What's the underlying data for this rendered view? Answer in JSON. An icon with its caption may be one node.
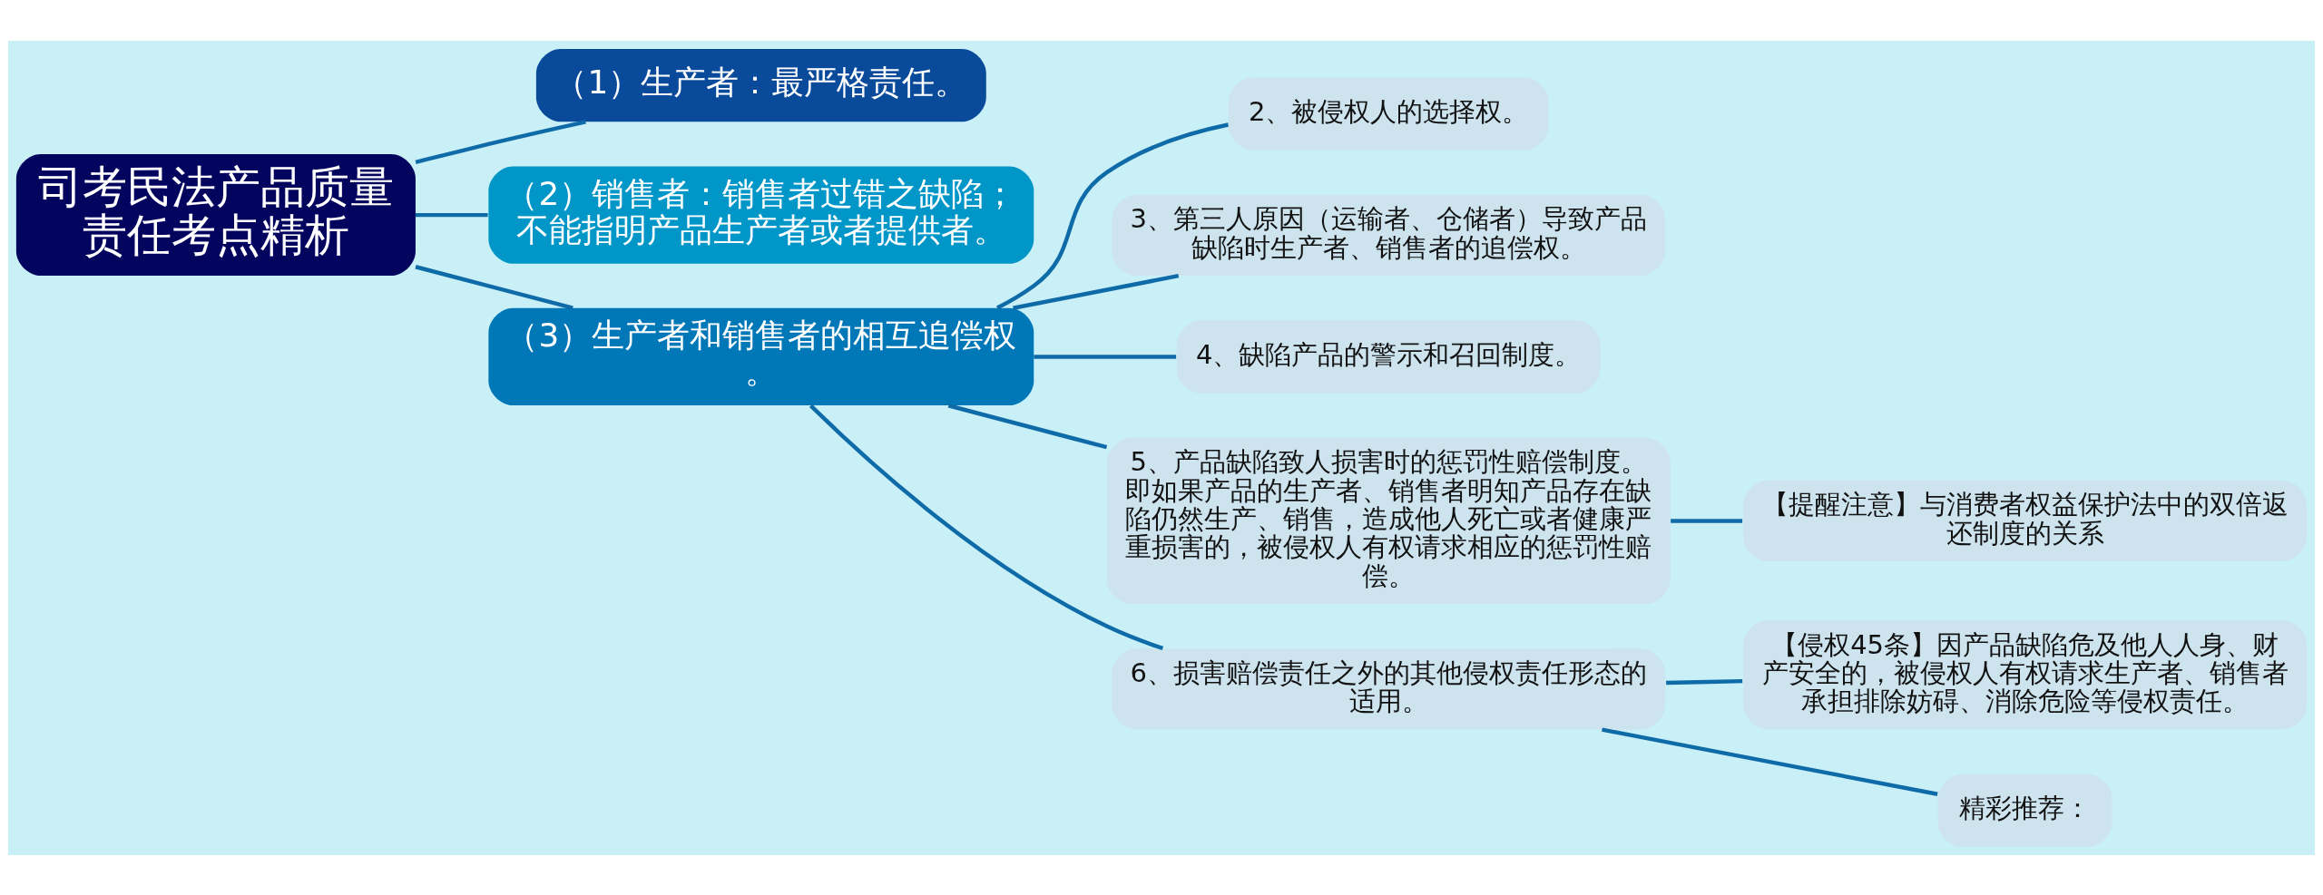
{
  "diagram": {
    "nodes": [
      {
        "text": [
          "司考民法产品质量责任考点精析"
        ]
      },
      {
        "text": [
          "（1）生产者：最严格责任。"
        ]
      },
      {
        "text": [
          "（2）销售者：销售者过错之缺陷；不能指明产品生产者或者提供者。"
        ]
      },
      {
        "text": [
          "（3）生产者和销售者的相互追偿权。"
        ]
      },
      {
        "text": [
          "2、被侵权人的选择权。"
        ]
      },
      {
        "text": [
          "3、第三人原因（运输者、仓储者）导致产品缺陷时生产者、销售者的追偿权。"
        ]
      },
      {
        "text": [
          "4、缺陷产品的警示和召回制度。"
        ]
      },
      {
        "text": [
          "5、产品缺陷致人损害时的惩罚性赔偿制度。即如果产品的生产者、销售者明知产品存在缺陷仍然生产、销售，造成他人死亡或者健康严重损害的，被侵权人有权请求相应的惩罚性赔偿。"
        ]
      },
      {
        "text": [
          "【提醒注意】与消费者权益保护法中的双倍返还制度的关系"
        ]
      },
      {
        "text": [
          "6、损害赔偿责任之外的其他侵权责任形态的适用。"
        ]
      },
      {
        "text": [
          "【侵权45条】因产品缺陷危及他人人身、财产安全的，被侵权人有权请求生产者、销售者承担排除妨碍、消除危险等侵权责任。"
        ]
      },
      {
        "text": [
          "精彩推荐："
        ]
      }
    ],
    "edges": [
      {
        "from": 0,
        "to": 1,
        "arrow": "none"
      },
      {
        "from": 0,
        "to": 2,
        "arrow": "none"
      },
      {
        "from": 0,
        "to": 3,
        "arrow": "none"
      },
      {
        "from": 3,
        "to": 4,
        "arrow": "none"
      },
      {
        "from": 3,
        "to": 5,
        "arrow": "none"
      },
      {
        "from": 3,
        "to": 6,
        "arrow": "none"
      },
      {
        "from": 3,
        "to": 7,
        "arrow": "none"
      },
      {
        "from": 3,
        "to": 9,
        "arrow": "none"
      },
      {
        "from": 7,
        "to": 8,
        "arrow": "none"
      },
      {
        "from": 9,
        "to": 10,
        "arrow": "none"
      },
      {
        "from": 9,
        "to": 11,
        "arrow": "none"
      }
    ]
  }
}
